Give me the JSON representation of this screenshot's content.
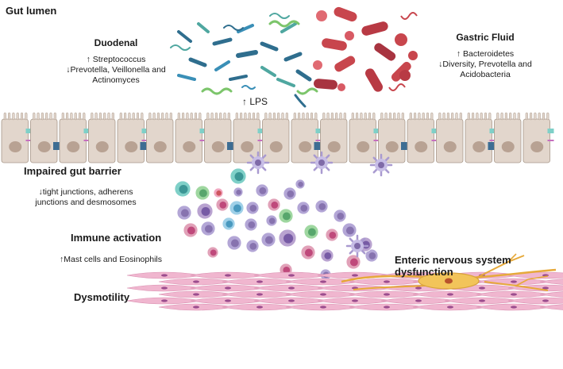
{
  "title": "Gut lumen",
  "duodenal": {
    "heading": "Duodenal",
    "lines": [
      "↑ Streptococcus",
      "↓Prevotella, Veillonella and",
      "Actinomyces"
    ]
  },
  "gastric": {
    "heading": "Gastric Fluid",
    "lines": [
      "↑ Bacteroidetes",
      "↓Diversity, Prevotella and",
      "Acidobacteria"
    ]
  },
  "lps": "↑ LPS",
  "barrier": {
    "heading": "Impaired gut barrier",
    "lines": [
      "↓tight junctions, adherens",
      "junctions and desmosomes"
    ]
  },
  "immune": {
    "heading": "Immune activation",
    "line": "↑Mast cells and Eosinophils"
  },
  "ens": "Enteric nervous system dysfunction",
  "dysmotility": "Dysmotility",
  "colors": {
    "epithelium": "#e2d6cc",
    "epithelium_stroke": "#a8988a",
    "nucleus": "#b8a293",
    "muscle": "#f0b6cf",
    "muscle_nucleus": "#9b4d8e",
    "neuron": "#f2c45a",
    "commensal_bacteria": "#2f6e8e",
    "pathogenic_bacteria": "#c8464d",
    "immune_cell": "#b3a6d6",
    "mast_cell": "#e6a0b3"
  },
  "icons": [
    "bacteria-cluster-icon",
    "epithelial-layer-icon",
    "immune-cells-icon",
    "smooth-muscle-icon",
    "enteric-neuron-icon"
  ]
}
